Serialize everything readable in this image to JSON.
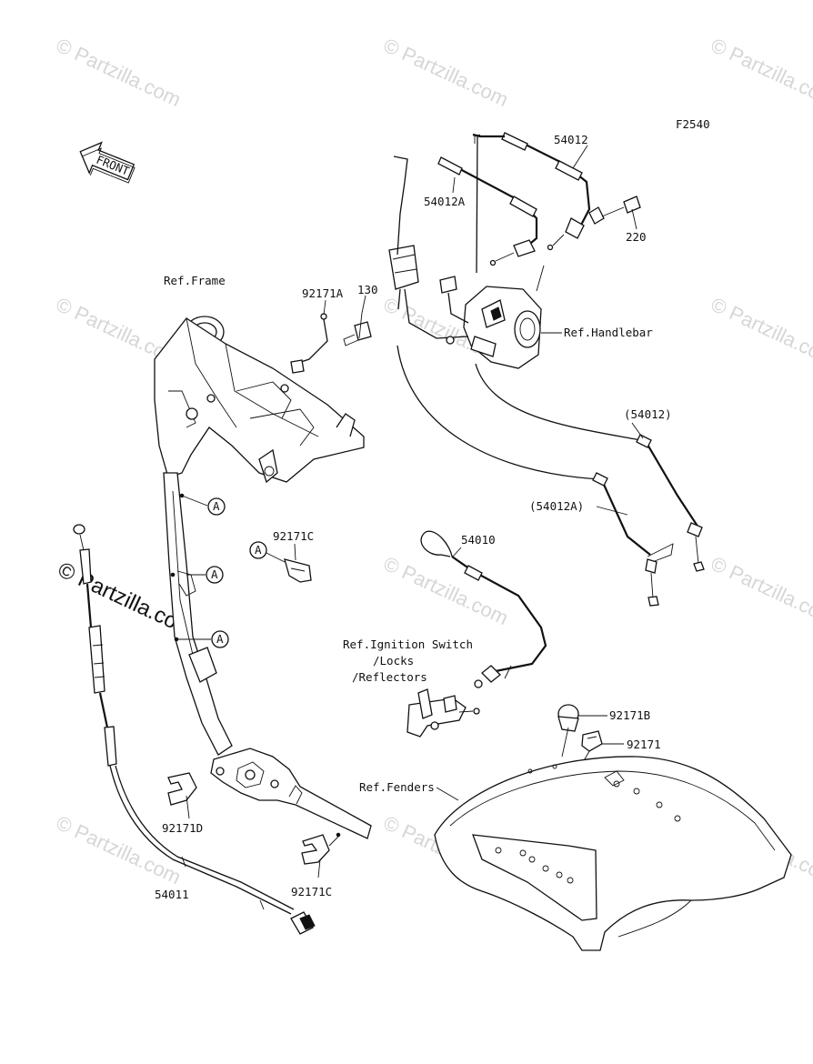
{
  "diagram_code": "F2540",
  "front_label": "FRONT",
  "callout_letter": "A",
  "watermark_text": "© Partzilla.com",
  "parts": {
    "p54012": "54012",
    "p54012a": "54012A",
    "p220": "220",
    "p92171a": "92171A",
    "p130": "130",
    "p54012_ref": "(54012)",
    "p54012a_ref": "(54012A)",
    "p92171c_top": "92171C",
    "p54010": "54010",
    "p92171b": "92171B",
    "p92171": "92171",
    "p92171d": "92171D",
    "p92171c_bottom": "92171C",
    "p54011": "54011"
  },
  "refs": {
    "frame": "Ref.Frame",
    "handlebar": "Ref.Handlebar",
    "ignition_line1": "Ref.Ignition Switch",
    "ignition_line2": "/Locks",
    "ignition_line3": "/Reflectors",
    "fenders": "Ref.Fenders"
  }
}
